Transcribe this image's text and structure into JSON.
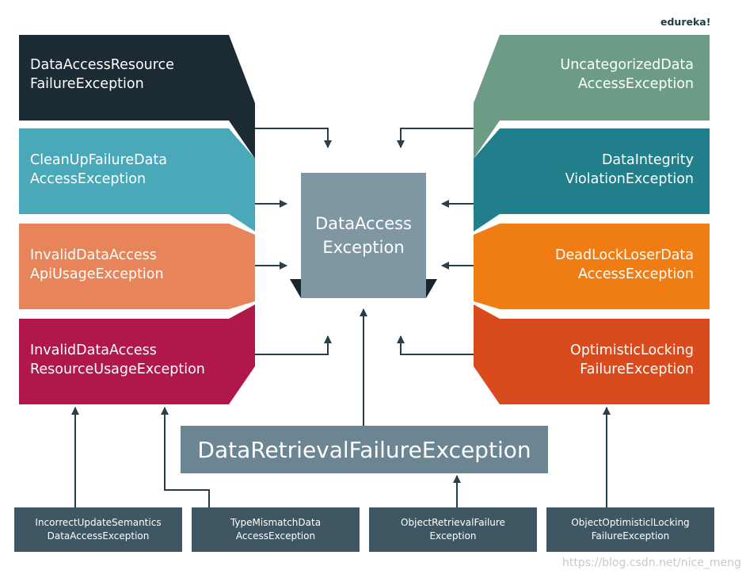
{
  "logo": "edureka!",
  "watermark": "https://blog.csdn.net/nice_meng",
  "center": {
    "line1": "DataAccess",
    "line2": "Exception"
  },
  "left": [
    {
      "line1": "DataAccessResource",
      "line2": "FailureException",
      "color": "#1c2a33"
    },
    {
      "line1": "CleanUpFailureData",
      "line2": "AccessException",
      "color": "#4aa9b8"
    },
    {
      "line1": "InvalidDataAccess",
      "line2": "ApiUsageException",
      "color": "#e8845a"
    },
    {
      "line1": "InvalidDataAccess",
      "line2": "ResourceUsageException",
      "color": "#b0184a"
    }
  ],
  "right": [
    {
      "line1": "UncategorizedData",
      "line2": "AccessException",
      "color": "#6d9c86"
    },
    {
      "line1": "DataIntegrity",
      "line2": "ViolationException",
      "color": "#207f8a"
    },
    {
      "line1": "DeadLockLoserData",
      "line2": "AccessException",
      "color": "#f07c14"
    },
    {
      "line1": "OptimisticLocking",
      "line2": "FailureException",
      "color": "#d94a1c"
    }
  ],
  "retrieval": "DataRetrievalFailureException",
  "bottom": [
    {
      "line1": "IncorrectUpdateSemantics",
      "line2": "DataAccessException"
    },
    {
      "line1": "TypeMismatchData",
      "line2": "AccessException"
    },
    {
      "line1": "ObjectRetrievalFailure",
      "line2": "Exception"
    },
    {
      "line1": "ObjectOptimisticlLocking",
      "line2": "FailureException"
    }
  ],
  "colors": {
    "center": "#7f97a3",
    "retrieval": "#6b8692",
    "bottom_box": "#3f5663",
    "arrow": "#2b3d48",
    "fold": "#1a242b"
  }
}
